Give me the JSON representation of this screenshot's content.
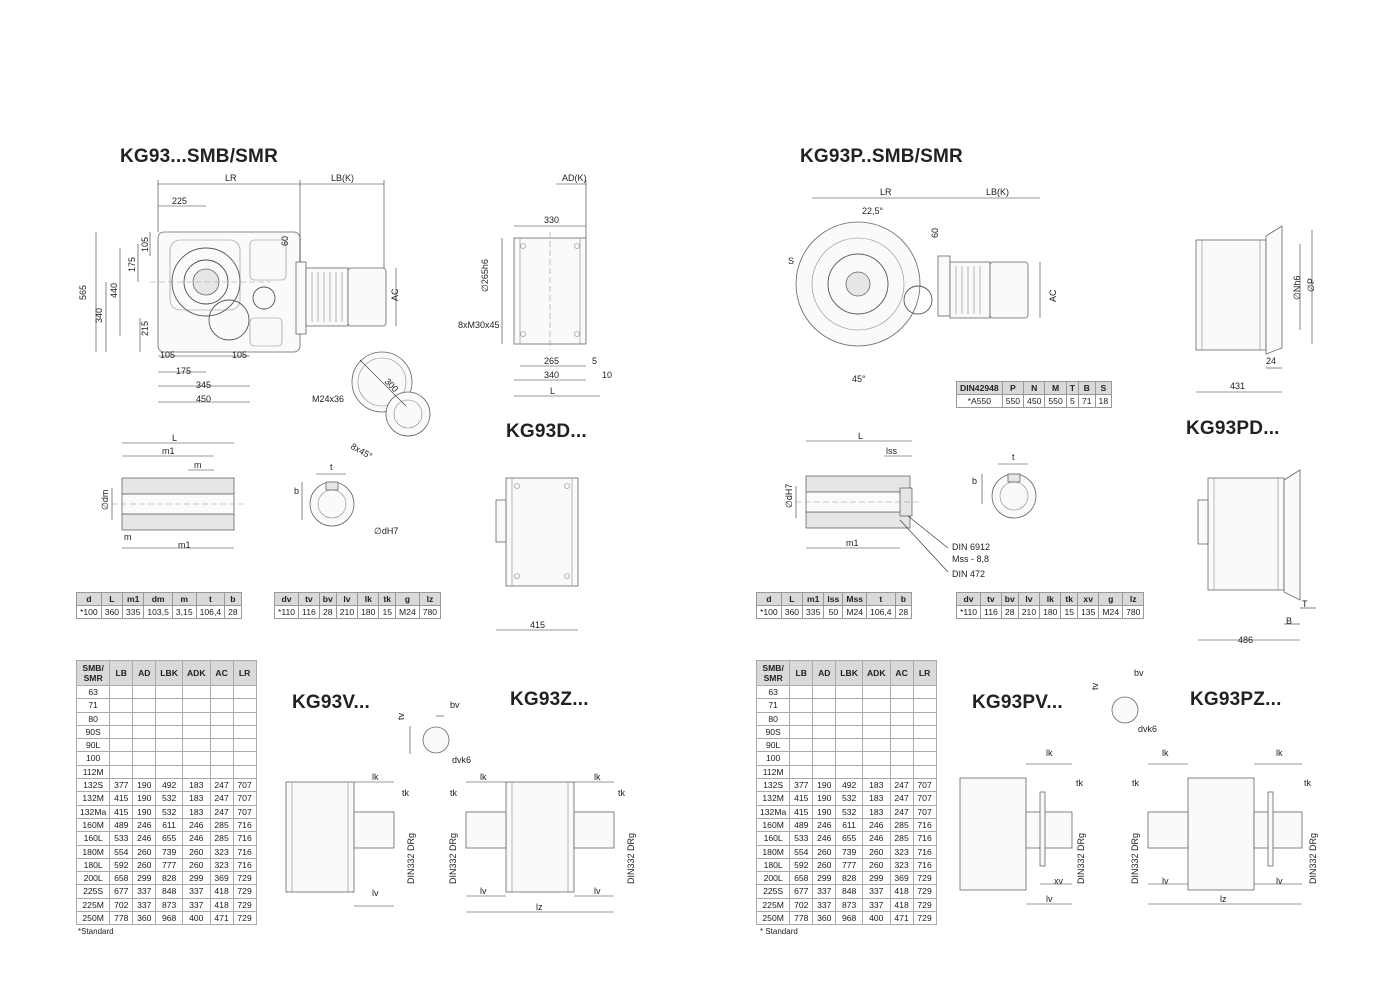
{
  "titles": {
    "kg93_smb": "KG93...SMB/SMR",
    "kg93p_smb": "KG93P..SMB/SMR",
    "kg93d": "KG93D...",
    "kg93pd": "KG93PD...",
    "kg93v": "KG93V...",
    "kg93z": "KG93Z...",
    "kg93pv": "KG93PV...",
    "kg93pz": "KG93PZ..."
  },
  "labels": {
    "lr": "LR",
    "lbk": "LB(K)",
    "adk": "AD(K)",
    "ac": "AC",
    "d225": "225",
    "d105": "105",
    "d175": "175",
    "d565": "565",
    "d440": "440",
    "d340": "340",
    "d215": "215",
    "d60": "60",
    "d345": "345",
    "d450": "450",
    "d330": "330",
    "d265h6": "∅265h6",
    "thread30": "8xM30x45",
    "d265": "265",
    "d5": "5",
    "d10": "10",
    "l": "L",
    "m24x36": "M24x36",
    "d300": "300",
    "deg8x45": "8x45°",
    "m1": "m1",
    "m": "m",
    "dm": "∅dm",
    "t": "t",
    "b": "b",
    "dh7": "∅dH7",
    "d415": "415",
    "tv": "tv",
    "bv": "bv",
    "dvk6": "dvk6",
    "lk": "lk",
    "tk": "tk",
    "lv": "lv",
    "lz": "lz",
    "xv": "xv",
    "din332": "DIN332 DRg",
    "s": "S",
    "a225": "22,5°",
    "a45": "45°",
    "nh6": "∅Nh6",
    "p": "∅P",
    "d24": "24",
    "d431": "431",
    "d486": "486",
    "bt": "B",
    "tt": "T",
    "lss": "lss",
    "din6912": "DIN 6912",
    "mss88": "Mss - 8,8",
    "din472": "DIN 472"
  },
  "din_table": {
    "headers": [
      "DIN42948",
      "P",
      "N",
      "M",
      "T",
      "B",
      "S"
    ],
    "row": [
      "*A550",
      "550",
      "450",
      "550",
      "5",
      "71",
      "18"
    ]
  },
  "shaft_table_left": {
    "headers": [
      "d",
      "L",
      "m1",
      "dm",
      "m",
      "t",
      "b"
    ],
    "row": [
      "*100",
      "360",
      "335",
      "103,5",
      "3,15",
      "106,4",
      "28"
    ]
  },
  "shaft_table_right": {
    "headers": [
      "d",
      "L",
      "m1",
      "lss",
      "Mss",
      "t",
      "b"
    ],
    "row": [
      "*100",
      "360",
      "335",
      "50",
      "M24",
      "106,4",
      "28"
    ]
  },
  "output_table_left": {
    "headers": [
      "dv",
      "tv",
      "bv",
      "lv",
      "lk",
      "tk",
      "g",
      "lz"
    ],
    "row": [
      "*110",
      "116",
      "28",
      "210",
      "180",
      "15",
      "M24",
      "780"
    ]
  },
  "output_table_right": {
    "headers": [
      "dv",
      "tv",
      "bv",
      "lv",
      "lk",
      "tk",
      "xv",
      "g",
      "lz"
    ],
    "row": [
      "*110",
      "116",
      "28",
      "210",
      "180",
      "15",
      "135",
      "M24",
      "780"
    ]
  },
  "motor_table": {
    "header_first": "SMB/\nSMR",
    "headers": [
      "LB",
      "AD",
      "LBK",
      "ADK",
      "AC",
      "LR"
    ],
    "rows": [
      [
        "63",
        "",
        "",
        "",
        "",
        "",
        ""
      ],
      [
        "71",
        "",
        "",
        "",
        "",
        "",
        ""
      ],
      [
        "80",
        "",
        "",
        "",
        "",
        "",
        ""
      ],
      [
        "90S",
        "",
        "",
        "",
        "",
        "",
        ""
      ],
      [
        "90L",
        "",
        "",
        "",
        "",
        "",
        ""
      ],
      [
        "100",
        "",
        "",
        "",
        "",
        "",
        ""
      ],
      [
        "112M",
        "",
        "",
        "",
        "",
        "",
        ""
      ],
      [
        "132S",
        "377",
        "190",
        "492",
        "183",
        "247",
        "707"
      ],
      [
        "132M",
        "415",
        "190",
        "532",
        "183",
        "247",
        "707"
      ],
      [
        "132Ma",
        "415",
        "190",
        "532",
        "183",
        "247",
        "707"
      ],
      [
        "160M",
        "489",
        "246",
        "611",
        "246",
        "285",
        "716"
      ],
      [
        "160L",
        "533",
        "246",
        "655",
        "246",
        "285",
        "716"
      ],
      [
        "180M",
        "554",
        "260",
        "739",
        "260",
        "323",
        "716"
      ],
      [
        "180L",
        "592",
        "260",
        "777",
        "260",
        "323",
        "716"
      ],
      [
        "200L",
        "658",
        "299",
        "828",
        "299",
        "369",
        "729"
      ],
      [
        "225S",
        "677",
        "337",
        "848",
        "337",
        "418",
        "729"
      ],
      [
        "225M",
        "702",
        "337",
        "873",
        "337",
        "418",
        "729"
      ],
      [
        "250M",
        "778",
        "360",
        "968",
        "400",
        "471",
        "729"
      ]
    ]
  },
  "notes": {
    "left": "*Standard",
    "right": "* Standard"
  }
}
